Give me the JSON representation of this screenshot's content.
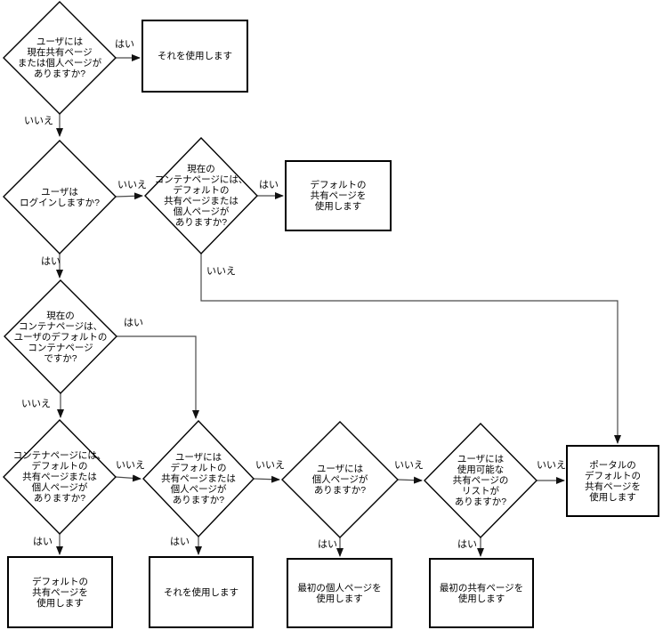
{
  "labels": {
    "yes": "はい",
    "no": "いいえ"
  },
  "colors": {
    "background": "#ffffff",
    "shape_border": "#000000",
    "connector": "#4a4a4a",
    "arrowhead": "#111111",
    "text": "#000000"
  },
  "nodes": {
    "d1": {
      "type": "decision",
      "text": "ユーザには\n現在共有ページ\nまたは個人ページが\nありますか?"
    },
    "d2": {
      "type": "decision",
      "text": "ユーザは\nログインしますか?"
    },
    "d3": {
      "type": "decision",
      "text": "現在の\nコンテナページには、\nデフォルトの\n共有ページまたは\n個人ページが\nありますか?"
    },
    "d4": {
      "type": "decision",
      "text": "現在の\nコンテナページは、\nユーザのデフォルトの\nコンテナページ\nですか?"
    },
    "bd1": {
      "type": "decision",
      "text": "コンテナページには、\nデフォルトの\n共有ページまたは\n個人ページが\nありますか?"
    },
    "bd2": {
      "type": "decision",
      "text": "ユーザには\nデフォルトの\n共有ページまたは\n個人ページが\nありますか?"
    },
    "bd3": {
      "type": "decision",
      "text": "ユーザには\n個人ページが\nありますか?"
    },
    "bd4": {
      "type": "decision",
      "text": "ユーザには\n使用可能な\n共有ページの\nリストが\nありますか?"
    },
    "r1": {
      "type": "process",
      "text": "それを使用します"
    },
    "r2": {
      "type": "process",
      "text": "デフォルトの\n共有ページを\n使用します"
    },
    "r3": {
      "type": "process",
      "text": "ポータルの\nデフォルトの\n共有ページを\n使用します"
    },
    "r4": {
      "type": "process",
      "text": "デフォルトの\n共有ページを\n使用します"
    },
    "r5": {
      "type": "process",
      "text": "それを使用します"
    },
    "r6": {
      "type": "process",
      "text": "最初の個人ページを\n使用します"
    },
    "r7": {
      "type": "process",
      "text": "最初の共有ページを\n使用します"
    }
  },
  "edges": [
    {
      "from": "d1",
      "to": "r1",
      "label": "はい"
    },
    {
      "from": "d1",
      "to": "d2",
      "label": "いいえ"
    },
    {
      "from": "d2",
      "to": "d3",
      "label": "いいえ"
    },
    {
      "from": "d2",
      "to": "d4",
      "label": "はい"
    },
    {
      "from": "d3",
      "to": "r2",
      "label": "はい"
    },
    {
      "from": "d3",
      "to": "r3",
      "label": "いいえ"
    },
    {
      "from": "d4",
      "to": "bd2",
      "label": "はい"
    },
    {
      "from": "d4",
      "to": "bd1",
      "label": "いいえ"
    },
    {
      "from": "bd1",
      "to": "bd2",
      "label": "いいえ"
    },
    {
      "from": "bd1",
      "to": "r4",
      "label": "はい"
    },
    {
      "from": "bd2",
      "to": "bd3",
      "label": "いいえ"
    },
    {
      "from": "bd2",
      "to": "r5",
      "label": "はい"
    },
    {
      "from": "bd3",
      "to": "bd4",
      "label": "いいえ"
    },
    {
      "from": "bd3",
      "to": "r6",
      "label": "はい"
    },
    {
      "from": "bd4",
      "to": "r3",
      "label": "いいえ"
    },
    {
      "from": "bd4",
      "to": "r7",
      "label": "はい"
    }
  ]
}
